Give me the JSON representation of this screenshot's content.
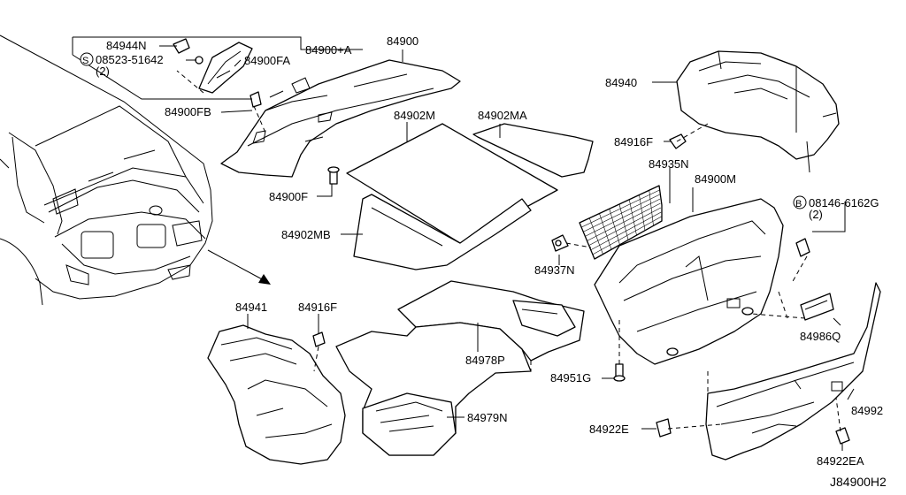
{
  "diagram": {
    "code": "J84900H2",
    "labels": {
      "p84944N": "84944N",
      "p08523": "08523-51642",
      "p08523_qty": "(2)",
      "p84900FA": "84900FA",
      "p84900A": "84900+A",
      "p84900": "84900",
      "p84900FB": "84900FB",
      "p84902M": "84902M",
      "p84902MA": "84902MA",
      "p84900F": "84900F",
      "p84902MB": "84902MB",
      "p84940": "84940",
      "p84916F_a": "84916F",
      "p84935N": "84935N",
      "p84900M": "84900M",
      "p08146": "08146-6162G",
      "p08146_qty": "(2)",
      "p84937N": "84937N",
      "p84986Q": "84986Q",
      "p84941": "84941",
      "p84916F_b": "84916F",
      "p84978P": "84978P",
      "p84951G": "84951G",
      "p84979N": "84979N",
      "p84922E": "84922E",
      "p84992": "84992",
      "p84922EA": "84922EA"
    },
    "symbols": {
      "screw": "S",
      "bolt": "B"
    }
  }
}
